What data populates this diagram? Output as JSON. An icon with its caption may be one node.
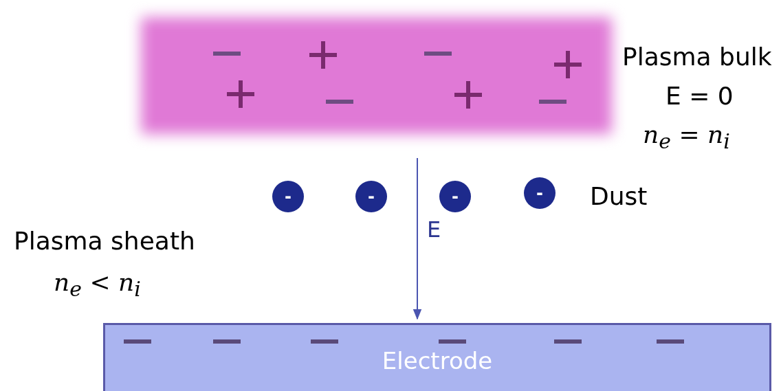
{
  "diagram": {
    "nodes": [
      {
        "text": [],
        "shape": "box",
        "beside": [
          "Plasma bulk",
          "E = 0",
          "n$_{e}$ = n$_{i}$"
        ]
      },
      {
        "text": [
          "-"
        ]
      },
      {
        "text": [
          "-"
        ]
      },
      {
        "text": [
          "-"
        ]
      },
      {
        "text": [
          "-"
        ]
      },
      {
        "text": [
          "Electrode"
        ]
      }
    ],
    "edges": [
      {
        "from": 0,
        "to": 5,
        "arrow": "to",
        "label": "E"
      }
    ],
    "labels": [
      "Dust",
      "Plasma sheath",
      "n$_{e}$ < n$_{i}$"
    ]
  }
}
